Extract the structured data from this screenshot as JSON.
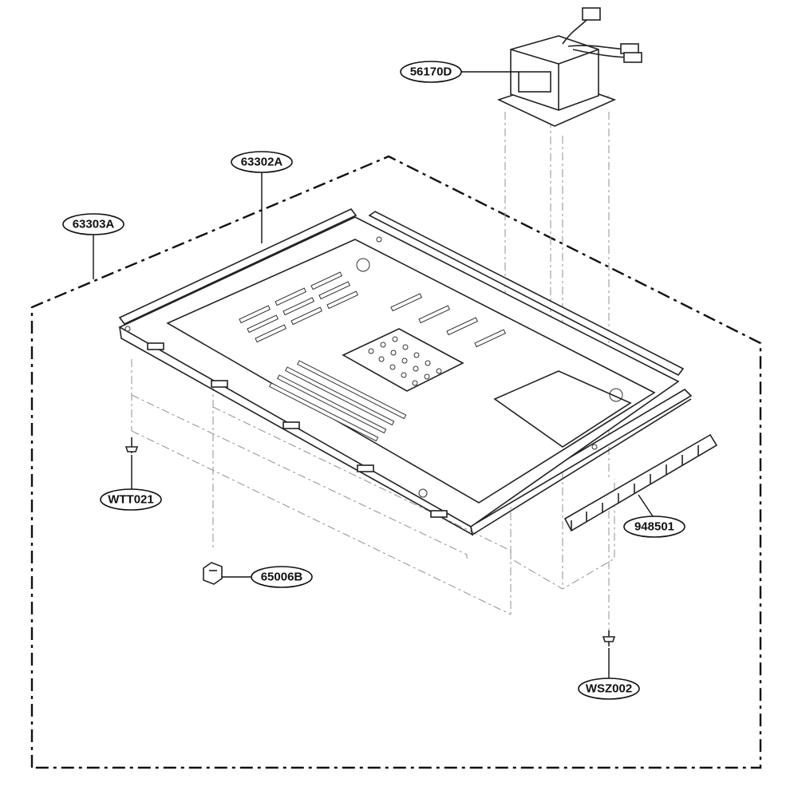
{
  "callouts": {
    "transformer": "56170D",
    "base_plate": "63302A",
    "cabinet": "63303A",
    "screw_left": "WTT021",
    "foot": "65006B",
    "strip": "948501",
    "screw_right": "WSZ002"
  }
}
